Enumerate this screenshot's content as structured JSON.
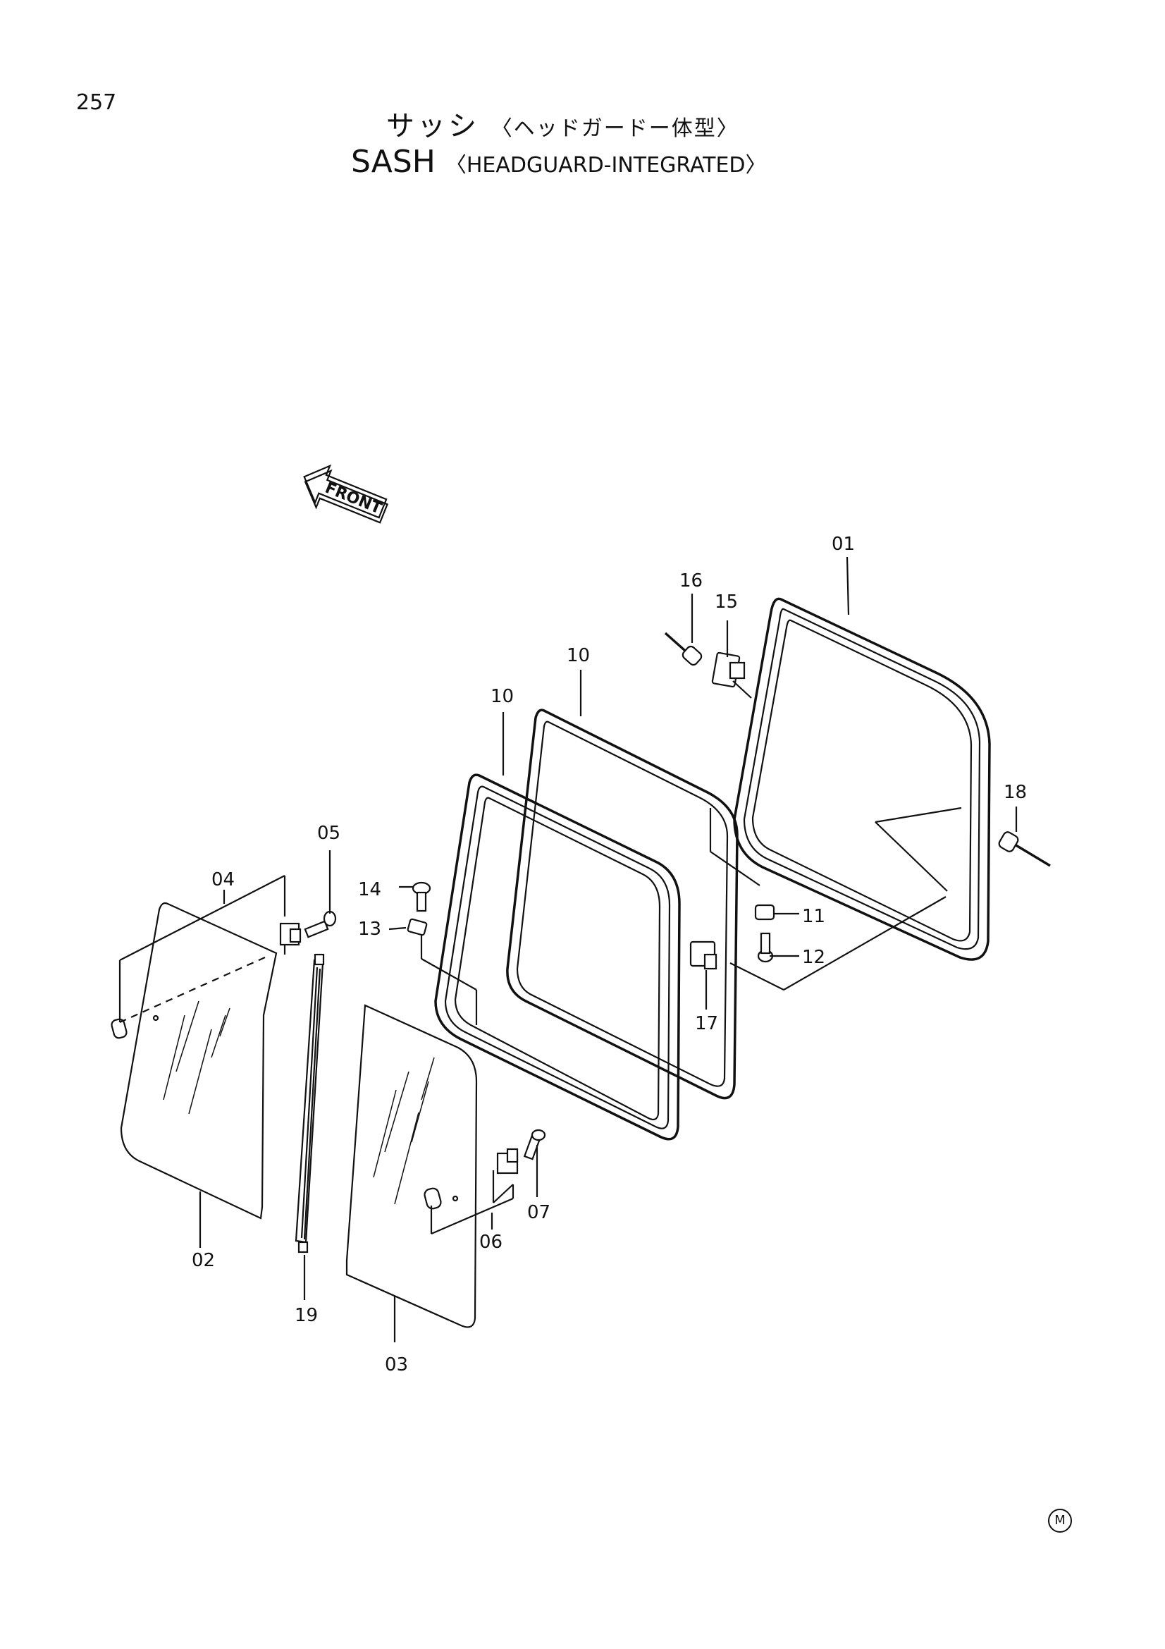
{
  "page_number": "257",
  "title_jp": "サッシ",
  "title_jp_sub": "〈ヘッドガードー体型〉",
  "title_en": "SASH",
  "title_en_sub": "〈HEADGUARD-INTEGRATED〉",
  "front_label": "FRONT",
  "mark": "M",
  "parts": {
    "p01": "01",
    "p02": "02",
    "p03": "03",
    "p04": "04",
    "p05": "05",
    "p06": "06",
    "p07": "07",
    "p10a": "10",
    "p10b": "10",
    "p11": "11",
    "p12": "12",
    "p13": "13",
    "p14": "14",
    "p15": "15",
    "p16": "16",
    "p17": "17",
    "p18": "18",
    "p19": "19"
  }
}
